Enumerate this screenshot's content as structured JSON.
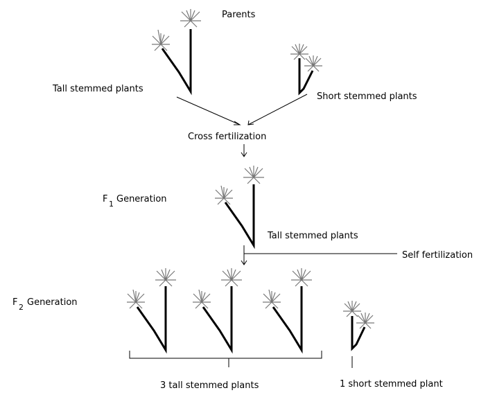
{
  "labels": {
    "parents": "Parents",
    "tall_parent": "Tall stemmed plants",
    "short_parent": "Short stemmed plants",
    "cross": "Cross fertilization",
    "f1_letter": "F",
    "f1_sub": "1",
    "f1_word": "Generation",
    "tall_f1": "Tall stemmed plants",
    "self": "Self fertilization",
    "f2_letter": "F",
    "f2_sub": "2",
    "f2_word": "Generation",
    "tall_count": "3 tall stemmed plants",
    "short_count": "1 short stemmed plant"
  },
  "colors": {
    "ink": "#000000",
    "background": "#ffffff",
    "flower": "#777777"
  }
}
